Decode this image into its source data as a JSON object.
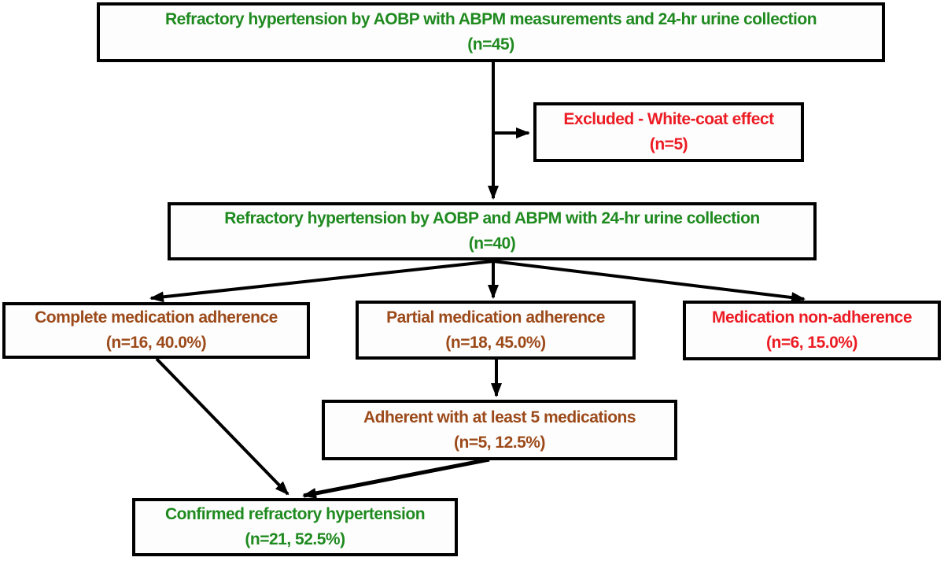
{
  "diagram": {
    "background": "#ffffff",
    "box_border_color": "#000000",
    "arrow_color": "#000000",
    "text_colors": {
      "included_green": "#1f8a1f",
      "excluded_red": "#ec1c24",
      "adherence_brown": "#9c4a1a"
    },
    "nodes": {
      "screened": {
        "line1": "Refractory hypertension by AOBP with ABPM measurements and 24-hr urine collection",
        "line2": "(n=45)",
        "color": "#1f8a1f"
      },
      "excluded": {
        "line1": "Excluded - White-coat effect",
        "line2": "(n=5)",
        "color": "#ec1c24"
      },
      "eligible": {
        "line1": "Refractory hypertension by AOBP and ABPM with 24-hr urine collection",
        "line2": "(n=40)",
        "color": "#1f8a1f"
      },
      "complete": {
        "line1": "Complete medication adherence",
        "line2": "(n=16, 40.0%)",
        "color": "#9c4a1a"
      },
      "partial": {
        "line1": "Partial medication adherence",
        "line2": "(n=18, 45.0%)",
        "color": "#9c4a1a"
      },
      "nonadherent": {
        "line1": "Medication non-adherence",
        "line2": "(n=6, 15.0%)",
        "color": "#ec1c24"
      },
      "adherent5": {
        "line1": "Adherent with at least 5 medications",
        "line2": "(n=5, 12.5%)",
        "color": "#9c4a1a"
      },
      "confirmed": {
        "line1": "Confirmed refractory hypertension",
        "line2": "(n=21, 52.5%)",
        "color": "#1f8a1f"
      }
    }
  }
}
